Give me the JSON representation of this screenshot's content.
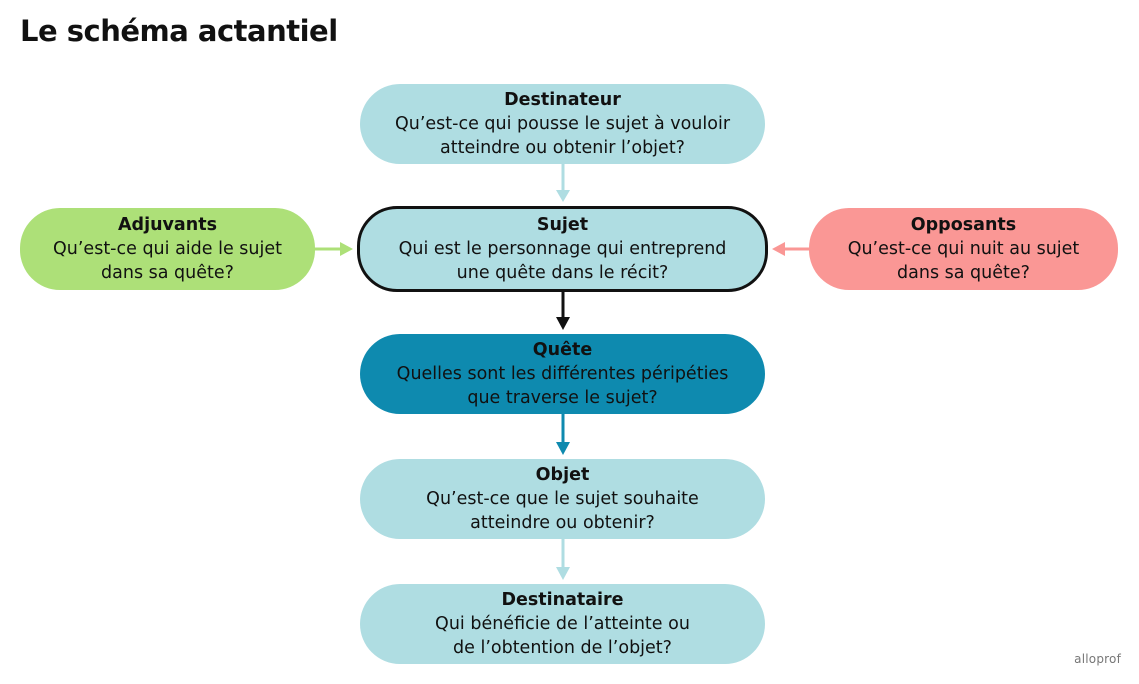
{
  "title": "Le schéma actantiel",
  "colors": {
    "light_teal": "#afdde2",
    "dark_teal": "#0e8aaf",
    "green": "#ade078",
    "red": "#fa9795",
    "black": "#111111"
  },
  "nodes": {
    "destinateur": {
      "name": "Destinateur",
      "question": "Qu’est-ce qui pousse le sujet à vouloir\natteindre ou obtenir l’objet?"
    },
    "sujet": {
      "name": "Sujet",
      "question": "Qui est le personnage qui entreprend\nune quête dans le récit?"
    },
    "quete": {
      "name": "Quête",
      "question": "Quelles sont les différentes péripéties\nque traverse le sujet?"
    },
    "objet": {
      "name": "Objet",
      "question": "Qu’est-ce que le sujet souhaite\natteindre ou obtenir?"
    },
    "destinataire": {
      "name": "Destinataire",
      "question": "Qui bénéficie de l’atteinte ou\nde l’obtention de l’objet?"
    },
    "adjuvants": {
      "name": "Adjuvants",
      "question": "Qu’est-ce qui aide le sujet\ndans sa quête?"
    },
    "opposants": {
      "name": "Opposants",
      "question": "Qu’est-ce qui nuit au sujet\ndans sa quête?"
    }
  },
  "logo": "alloprof"
}
